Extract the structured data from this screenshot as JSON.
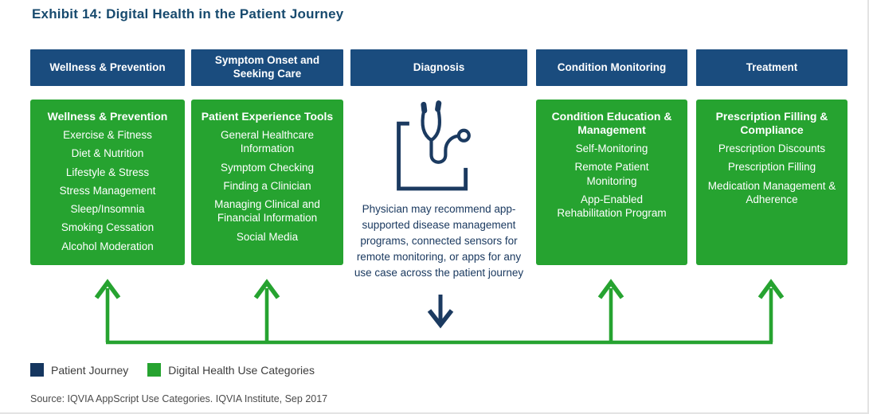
{
  "title": "Exhibit 14: Digital Health in the Patient Journey",
  "colors": {
    "title_color": "#174a6e",
    "navy_header": "#1a4c7e",
    "navy_dark": "#15365f",
    "icon_navy": "#1b3a60",
    "green": "#26a330"
  },
  "columns": [
    {
      "header": "Wellness & Prevention",
      "box": {
        "title": "Wellness & Prevention",
        "items": [
          "Exercise & Fitness",
          "Diet & Nutrition",
          "Lifestyle & Stress",
          "Stress Management",
          "Sleep/Insomnia",
          "Smoking Cessation",
          "Alcohol Moderation"
        ]
      }
    },
    {
      "header": "Symptom Onset and Seeking Care",
      "box": {
        "title": "Patient Experience Tools",
        "items": [
          "General Healthcare Information",
          "Symptom Checking",
          "Finding a Clinician",
          "Managing Clinical and Financial Information",
          "Social Media"
        ]
      }
    },
    {
      "header": "Diagnosis",
      "icon": "stethoscope-icon",
      "note": "Physician may recommend app-supported disease management programs, connected sensors for remote monitoring, or apps for any use case across the patient journey"
    },
    {
      "header": "Condition Monitoring",
      "box": {
        "title": "Condition Education & Management",
        "items": [
          "Self-Monitoring",
          "Remote Patient Monitoring",
          "App-Enabled Rehabilitation Program"
        ]
      }
    },
    {
      "header": "Treatment",
      "box": {
        "title": "Prescription Filling & Compliance",
        "items": [
          "Prescription Discounts",
          "Prescription Filling",
          "Medication Management & Adherence"
        ]
      }
    }
  ],
  "legend": [
    {
      "label": "Patient Journey",
      "color": "#15365f"
    },
    {
      "label": "Digital Health Use Categories",
      "color": "#26a330"
    }
  ],
  "source": "Source: IQVIA AppScript Use Categories. IQVIA Institute, Sep 2017"
}
